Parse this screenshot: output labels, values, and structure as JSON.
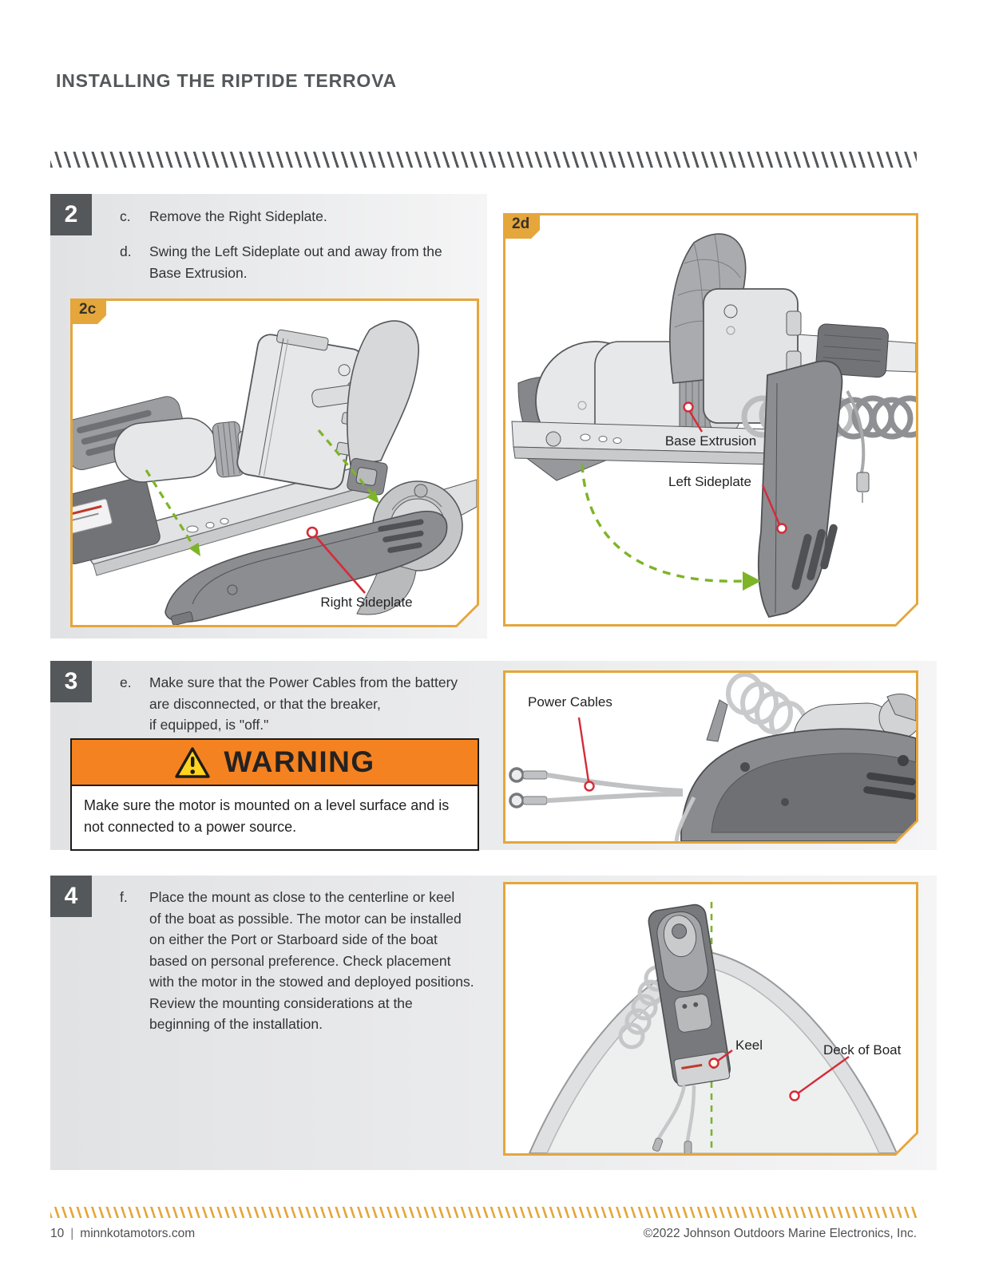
{
  "header": {
    "title": "INSTALLING THE RIPTIDE TERROVA"
  },
  "steps": {
    "s2": {
      "number": "2",
      "items": [
        {
          "letter": "c.",
          "text": "Remove the Right Sideplate."
        },
        {
          "letter": "d.",
          "text": "Swing the Left Sideplate out and away from the\nBase Extrusion."
        }
      ]
    },
    "s3": {
      "number": "3",
      "items": [
        {
          "letter": "e.",
          "text": "Make sure that the Power Cables from the battery\nare disconnected, or that the breaker,\nif equipped, is \"off.\""
        }
      ],
      "warning": {
        "title": "WARNING",
        "body": "Make sure the motor is mounted on a level surface and is not connected to a power source."
      }
    },
    "s4": {
      "number": "4",
      "items": [
        {
          "letter": "f.",
          "text": "Place the mount as close to the centerline or keel\nof the boat as possible. The motor can be installed\non either the Port or Starboard side of the boat\nbased on personal preference. Check placement\nwith the motor in the stowed and deployed positions.\nReview the mounting considerations at the\nbeginning of the installation."
        }
      ]
    }
  },
  "figures": {
    "fig2c": {
      "label": "2c",
      "callout_right_sideplate": "Right Sideplate"
    },
    "fig2d": {
      "label": "2d",
      "callout_base_extrusion": "Base Extrusion",
      "callout_left_sideplate": "Left Sideplate"
    },
    "fig3": {
      "callout_power_cables": "Power Cables"
    },
    "fig4": {
      "callout_keel": "Keel",
      "callout_deck_of_boat": "Deck of Boat"
    }
  },
  "footer": {
    "page_number": "10",
    "divider": "|",
    "website": "minnkotamotors.com",
    "copyright": "©2022 Johnson Outdoors Marine Electronics, Inc."
  },
  "colors": {
    "accent_gold": "#E5A63B",
    "heading_gray": "#54585A",
    "warning_orange": "#F58220",
    "callout_red": "#D52B39",
    "arrow_green": "#7DB428"
  }
}
